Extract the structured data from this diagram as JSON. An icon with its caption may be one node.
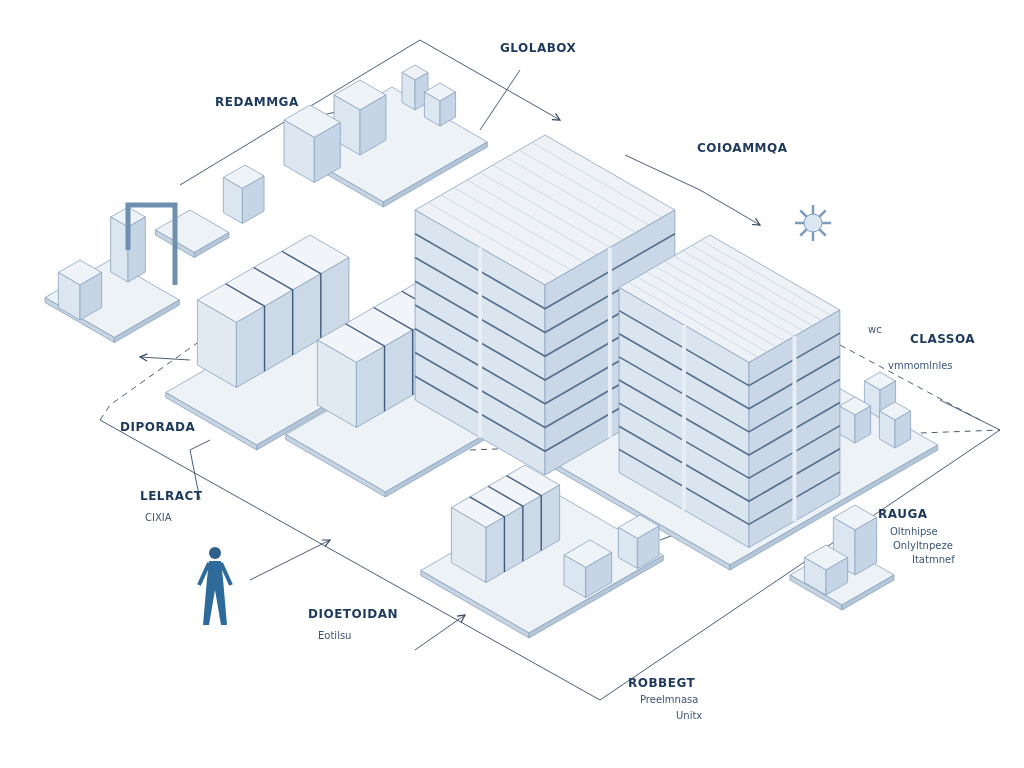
{
  "diagram": {
    "labels": [
      "REDAMMGA",
      "GLOLABOX",
      "COIOAMMQA",
      "wc",
      "CLASSOA",
      "vmmomlnles",
      "DIPORADA",
      "LELRACT",
      "CIXIA",
      "DIOETOIDAN",
      "Eotilsu",
      "ROBBEGT",
      "Preelmnasa",
      "Unitx",
      "RAUGA",
      "Oltnhipse",
      "Onlyltnpeze",
      "Itatmnef"
    ]
  }
}
